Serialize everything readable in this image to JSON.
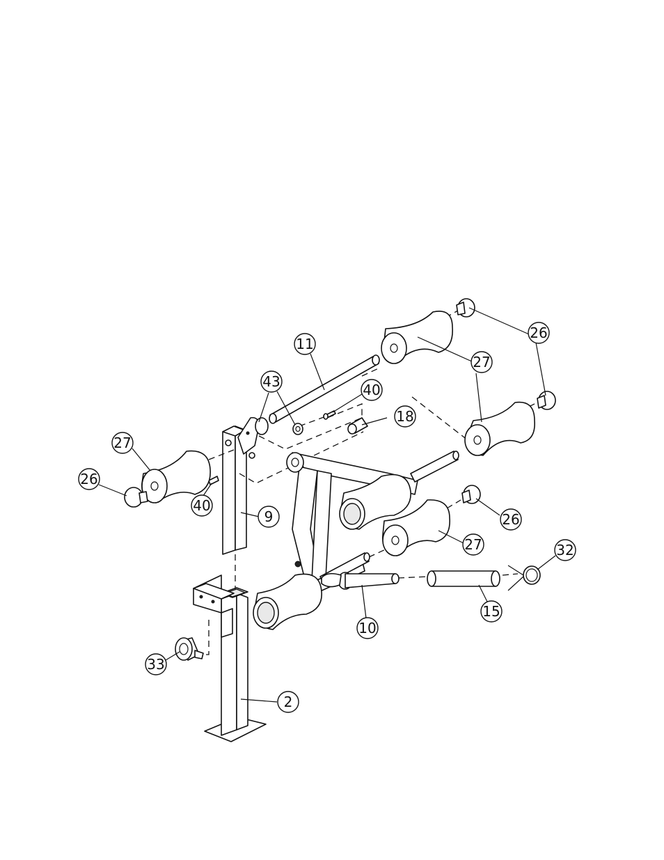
{
  "diagram": {
    "type": "exploded-parts-assembly",
    "callouts": [
      {
        "id": "c11",
        "label": "11"
      },
      {
        "id": "c43",
        "label": "43"
      },
      {
        "id": "c40a",
        "label": "40"
      },
      {
        "id": "c18",
        "label": "18"
      },
      {
        "id": "c26a",
        "label": "26"
      },
      {
        "id": "c27a",
        "label": "27"
      },
      {
        "id": "c27b",
        "label": "27"
      },
      {
        "id": "c26b",
        "label": "26"
      },
      {
        "id": "c40b",
        "label": "40"
      },
      {
        "id": "c9",
        "label": "9"
      },
      {
        "id": "c26c",
        "label": "26"
      },
      {
        "id": "c27c",
        "label": "27"
      },
      {
        "id": "c32",
        "label": "32"
      },
      {
        "id": "c15",
        "label": "15"
      },
      {
        "id": "c10",
        "label": "10"
      },
      {
        "id": "c33",
        "label": "33"
      },
      {
        "id": "c2",
        "label": "2"
      }
    ]
  }
}
